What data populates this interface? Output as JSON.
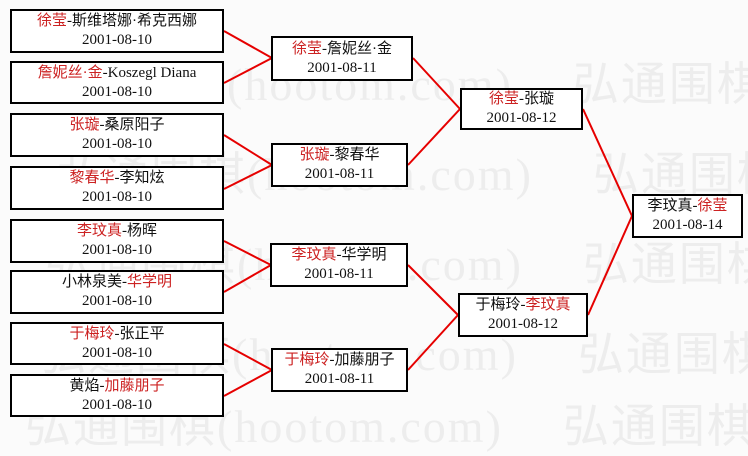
{
  "colors": {
    "connector_red": "#e60000",
    "winner_red": "#cc2222",
    "box_border": "#000000",
    "background": "#fbfbfb",
    "watermark_gray": "#ededed"
  },
  "watermark": {
    "text": "弘通围棋(hootom.com)"
  },
  "matches": {
    "r1m1": {
      "left": "徐莹",
      "left_color": "red",
      "right": "-斯维塔娜·希克西娜",
      "right_color": "black",
      "date": "2001-08-10"
    },
    "r1m2": {
      "left": "詹妮丝·金",
      "left_color": "red",
      "right": "-Koszegl Diana",
      "right_color": "black",
      "date": "2001-08-10"
    },
    "r1m3": {
      "left": "张璇",
      "left_color": "red",
      "right": "-桑原阳子",
      "right_color": "black",
      "date": "2001-08-10"
    },
    "r1m4": {
      "left": "黎春华",
      "left_color": "red",
      "right": "-李知炫",
      "right_color": "black",
      "date": "2001-08-10"
    },
    "r1m5": {
      "left": "李玟真",
      "left_color": "red",
      "right": "-杨晖",
      "right_color": "black",
      "date": "2001-08-10"
    },
    "r1m6": {
      "left": "小林泉美-",
      "left_color": "black",
      "right": "华学明",
      "right_color": "red",
      "date": "2001-08-10"
    },
    "r1m7": {
      "left": "于梅玲",
      "left_color": "red",
      "right": "-张正平",
      "right_color": "black",
      "date": "2001-08-10"
    },
    "r1m8": {
      "left": "黄焰-",
      "left_color": "black",
      "right": "加藤朋子",
      "right_color": "red",
      "date": "2001-08-10"
    },
    "r2m1": {
      "left": "徐莹",
      "left_color": "red",
      "right": "-詹妮丝·金",
      "right_color": "black",
      "date": "2001-08-11"
    },
    "r2m2": {
      "left": "张璇",
      "left_color": "red",
      "right": "-黎春华",
      "right_color": "black",
      "date": "2001-08-11"
    },
    "r2m3": {
      "left": "李玟真",
      "left_color": "red",
      "right": "-华学明",
      "right_color": "black",
      "date": "2001-08-11"
    },
    "r2m4": {
      "left": "于梅玲",
      "left_color": "red",
      "right": "-加藤朋子",
      "right_color": "black",
      "date": "2001-08-11"
    },
    "r3m1": {
      "left": "徐莹",
      "left_color": "red",
      "right": "-张璇",
      "right_color": "black",
      "date": "2001-08-12"
    },
    "r3m2": {
      "left": "于梅玲-",
      "left_color": "black",
      "right": "李玟真",
      "right_color": "red",
      "date": "2001-08-12"
    },
    "final": {
      "left": "李玟真-",
      "left_color": "black",
      "right": "徐莹",
      "right_color": "red",
      "date": "2001-08-14"
    }
  }
}
